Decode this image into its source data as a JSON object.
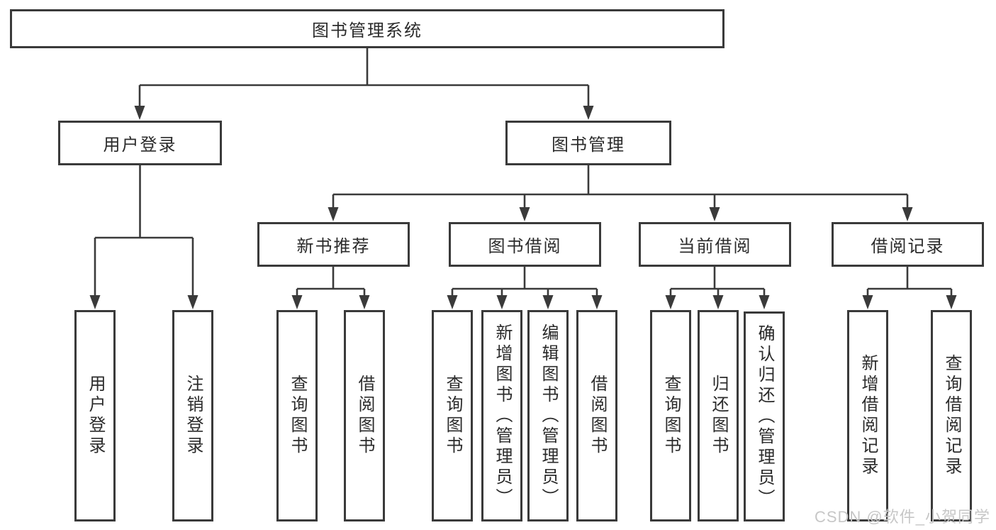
{
  "diagram": {
    "type": "hierarchy-org-chart",
    "tree": {
      "root": {
        "label": "图书管理系统"
      },
      "level2": [
        {
          "label": "用户登录",
          "leaves": [
            {
              "label": "用户登录"
            },
            {
              "label": "注销登录"
            }
          ]
        },
        {
          "label": "图书管理",
          "children": [
            {
              "label": "新书推荐",
              "leaves": [
                {
                  "label": "查询图书"
                },
                {
                  "label": "借阅图书"
                }
              ]
            },
            {
              "label": "图书借阅",
              "leaves": [
                {
                  "label": "查询图书"
                },
                {
                  "label": "新增图书（管理员）"
                },
                {
                  "label": "编辑图书（管理员）"
                },
                {
                  "label": "借阅图书"
                }
              ]
            },
            {
              "label": "当前借阅",
              "leaves": [
                {
                  "label": "查询图书"
                },
                {
                  "label": "归还图书"
                },
                {
                  "label": "确认归还（管理员）"
                }
              ]
            },
            {
              "label": "借阅记录",
              "leaves": [
                {
                  "label": "新增借阅记录"
                },
                {
                  "label": "查询借阅记录"
                }
              ]
            }
          ]
        }
      ]
    }
  },
  "watermark": {
    "text": "CSDN @软件_小贺同学",
    "color": "#c7c7c7"
  },
  "colors": {
    "background": "#ffffff",
    "line": "#3a3a3a",
    "border": "#3a3a3a",
    "text": "#2b2b2b"
  }
}
